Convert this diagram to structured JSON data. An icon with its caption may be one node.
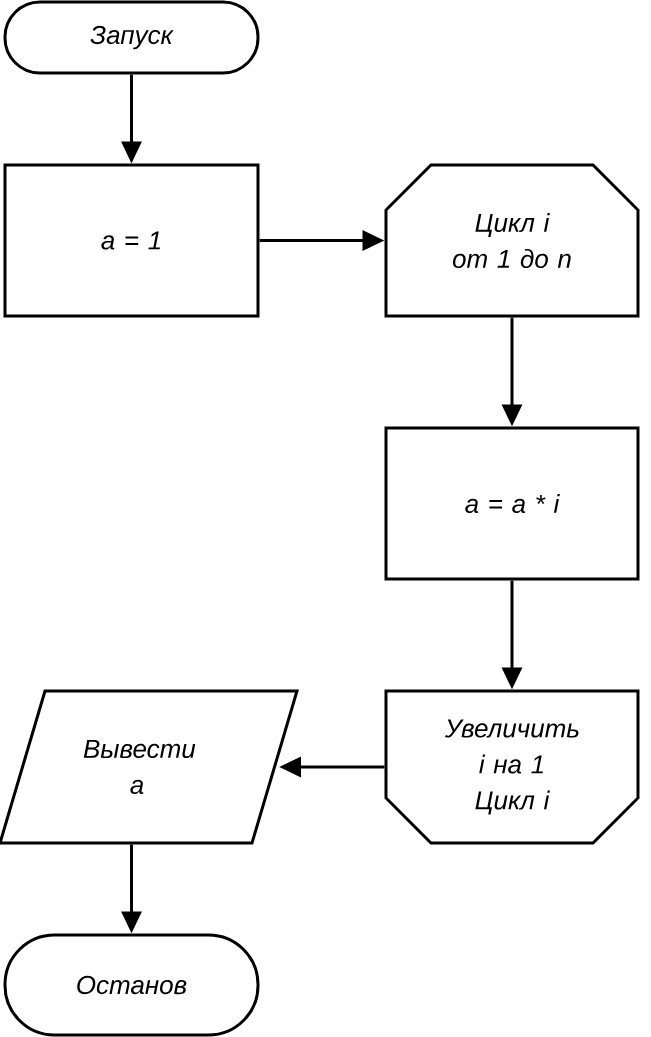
{
  "diagram": {
    "nodes": [
      {
        "text": [
          "Запуск"
        ]
      },
      {
        "text": [
          "a = 1"
        ]
      },
      {
        "text": [
          "Цикл i",
          "от 1 до n"
        ]
      },
      {
        "text": [
          "a = a * i"
        ]
      },
      {
        "text": [
          "Увеличить i на 1",
          "Цикл i"
        ]
      },
      {
        "text": [
          "Вывести a"
        ]
      },
      {
        "text": [
          "Останов"
        ]
      }
    ],
    "edges": [
      {
        "from": 0,
        "to": 1,
        "arrow": "to"
      },
      {
        "from": 1,
        "to": 2,
        "arrow": "to"
      },
      {
        "from": 2,
        "to": 3,
        "arrow": "to"
      },
      {
        "from": 3,
        "to": 4,
        "arrow": "to"
      },
      {
        "from": 4,
        "to": 5,
        "arrow": "to"
      },
      {
        "from": 5,
        "to": 6,
        "arrow": "to"
      }
    ]
  }
}
